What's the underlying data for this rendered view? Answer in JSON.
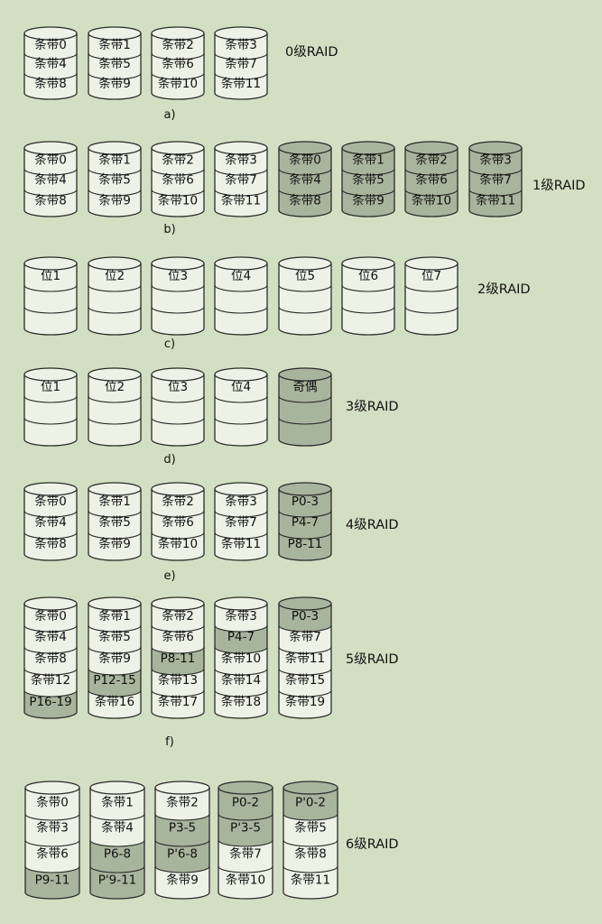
{
  "colors": {
    "background": "#d3dfc2",
    "disk_plain": "#eef2e6",
    "disk_parity": "#a8b59d",
    "stroke": "#2a2a2a"
  },
  "sections": [
    {
      "id": "raid0",
      "caption": "a)",
      "label": "0级RAID",
      "disks": [
        {
          "shade": "plain",
          "stripes": [
            "条带0",
            "条带4",
            "条带8"
          ]
        },
        {
          "shade": "plain",
          "stripes": [
            "条带1",
            "条带5",
            "条带9"
          ]
        },
        {
          "shade": "plain",
          "stripes": [
            "条带2",
            "条带6",
            "条带10"
          ]
        },
        {
          "shade": "plain",
          "stripes": [
            "条带3",
            "条带7",
            "条带11"
          ]
        }
      ]
    },
    {
      "id": "raid1",
      "caption": "b)",
      "label": "1级RAID",
      "disks": [
        {
          "shade": "plain",
          "stripes": [
            "条带0",
            "条带4",
            "条带8"
          ]
        },
        {
          "shade": "plain",
          "stripes": [
            "条带1",
            "条带5",
            "条带9"
          ]
        },
        {
          "shade": "plain",
          "stripes": [
            "条带2",
            "条带6",
            "条带10"
          ]
        },
        {
          "shade": "plain",
          "stripes": [
            "条带3",
            "条带7",
            "条带11"
          ]
        },
        {
          "shade": "parity",
          "stripes": [
            "条带0",
            "条带4",
            "条带8"
          ]
        },
        {
          "shade": "parity",
          "stripes": [
            "条带1",
            "条带5",
            "条带9"
          ]
        },
        {
          "shade": "parity",
          "stripes": [
            "条带2",
            "条带6",
            "条带10"
          ]
        },
        {
          "shade": "parity",
          "stripes": [
            "条带3",
            "条带7",
            "条带11"
          ]
        }
      ]
    },
    {
      "id": "raid2",
      "caption": "c)",
      "label": "2级RAID",
      "disks": [
        {
          "shade": "plain",
          "stripes": [
            "位1",
            "",
            ""
          ]
        },
        {
          "shade": "plain",
          "stripes": [
            "位2",
            "",
            ""
          ]
        },
        {
          "shade": "plain",
          "stripes": [
            "位3",
            "",
            ""
          ]
        },
        {
          "shade": "plain",
          "stripes": [
            "位4",
            "",
            ""
          ]
        },
        {
          "shade": "plain",
          "stripes": [
            "位5",
            "",
            ""
          ]
        },
        {
          "shade": "plain",
          "stripes": [
            "位6",
            "",
            ""
          ]
        },
        {
          "shade": "plain",
          "stripes": [
            "位7",
            "",
            ""
          ]
        }
      ]
    },
    {
      "id": "raid3",
      "caption": "d)",
      "label": "3级RAID",
      "disks": [
        {
          "shade": "plain",
          "stripes": [
            "位1",
            "",
            ""
          ]
        },
        {
          "shade": "plain",
          "stripes": [
            "位2",
            "",
            ""
          ]
        },
        {
          "shade": "plain",
          "stripes": [
            "位3",
            "",
            ""
          ]
        },
        {
          "shade": "plain",
          "stripes": [
            "位4",
            "",
            ""
          ]
        },
        {
          "shade": "parity",
          "stripes": [
            "奇偶",
            "",
            ""
          ]
        }
      ]
    },
    {
      "id": "raid4",
      "caption": "e)",
      "label": "4级RAID",
      "disks": [
        {
          "shade": "plain",
          "stripes": [
            "条带0",
            "条带4",
            "条带8"
          ]
        },
        {
          "shade": "plain",
          "stripes": [
            "条带1",
            "条带5",
            "条带9"
          ]
        },
        {
          "shade": "plain",
          "stripes": [
            "条带2",
            "条带6",
            "条带10"
          ]
        },
        {
          "shade": "plain",
          "stripes": [
            "条带3",
            "条带7",
            "条带11"
          ]
        },
        {
          "shade": "parity",
          "stripes": [
            "P0-3",
            "P4-7",
            "P8-11"
          ]
        }
      ]
    },
    {
      "id": "raid5",
      "caption": "f)",
      "label": "5级RAID",
      "disks": [
        {
          "shade": "plain",
          "stripes": [
            "条带0",
            "条带4",
            "条带8",
            "条带12",
            "P16-19"
          ],
          "parity_rows": [
            4
          ]
        },
        {
          "shade": "plain",
          "stripes": [
            "条带1",
            "条带5",
            "条带9",
            "P12-15",
            "条带16"
          ],
          "parity_rows": [
            3
          ]
        },
        {
          "shade": "plain",
          "stripes": [
            "条带2",
            "条带6",
            "P8-11",
            "条带13",
            "条带17"
          ],
          "parity_rows": [
            2
          ]
        },
        {
          "shade": "plain",
          "stripes": [
            "条带3",
            "P4-7",
            "条带10",
            "条带14",
            "条带18"
          ],
          "parity_rows": [
            1
          ]
        },
        {
          "shade": "plain",
          "stripes": [
            "P0-3",
            "条带7",
            "条带11",
            "条带15",
            "条带19"
          ],
          "parity_rows": [
            0
          ]
        }
      ]
    },
    {
      "id": "raid6",
      "caption": "",
      "label": "6级RAID",
      "disks": [
        {
          "shade": "plain",
          "stripes": [
            "条带0",
            "条带3",
            "条带6",
            "P9-11"
          ],
          "parity_rows": [
            3
          ]
        },
        {
          "shade": "plain",
          "stripes": [
            "条带1",
            "条带4",
            "P6-8",
            "P'9-11"
          ],
          "parity_rows": [
            2,
            3
          ]
        },
        {
          "shade": "plain",
          "stripes": [
            "条带2",
            "P3-5",
            "P'6-8",
            "条带9"
          ],
          "parity_rows": [
            1,
            2
          ]
        },
        {
          "shade": "plain",
          "stripes": [
            "P0-2",
            "P'3-5",
            "条带7",
            "条带10"
          ],
          "parity_rows": [
            0,
            1
          ]
        },
        {
          "shade": "plain",
          "stripes": [
            "P'0-2",
            "条带5",
            "条带8",
            "条带11"
          ],
          "parity_rows": [
            0
          ]
        }
      ]
    }
  ]
}
